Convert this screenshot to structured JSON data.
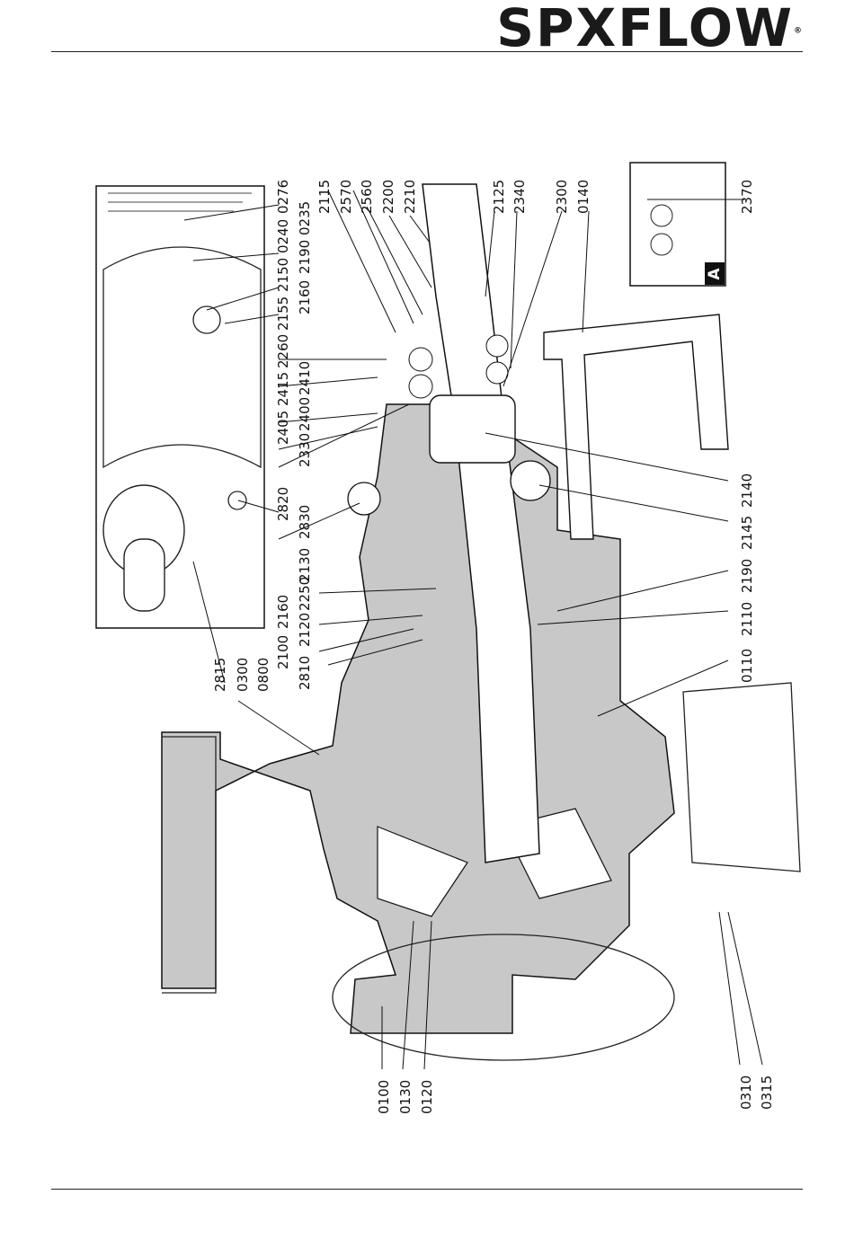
{
  "brand": {
    "name": "SPXFLOW",
    "mark": "®"
  },
  "inset_label": "A",
  "labels": {
    "top_group": [
      "0276",
      "0235",
      "0240",
      "2190",
      "2150",
      "2160",
      "2155",
      "2260",
      "2410",
      "2415",
      "2400",
      "2405",
      "2330",
      "2820",
      "2830",
      "2130",
      "2815",
      "0300",
      "0800",
      "2250",
      "2160",
      "2120",
      "2100",
      "2810"
    ],
    "upper_right": [
      "2115",
      "2570",
      "2560",
      "2200",
      "2210",
      "2125",
      "2340",
      "2300",
      "0140",
      "2370"
    ],
    "right_side": [
      "2140",
      "2145",
      "2190",
      "2110",
      "0110"
    ],
    "bottom": [
      "0100",
      "0130",
      "0120",
      "0310",
      "0315"
    ]
  }
}
